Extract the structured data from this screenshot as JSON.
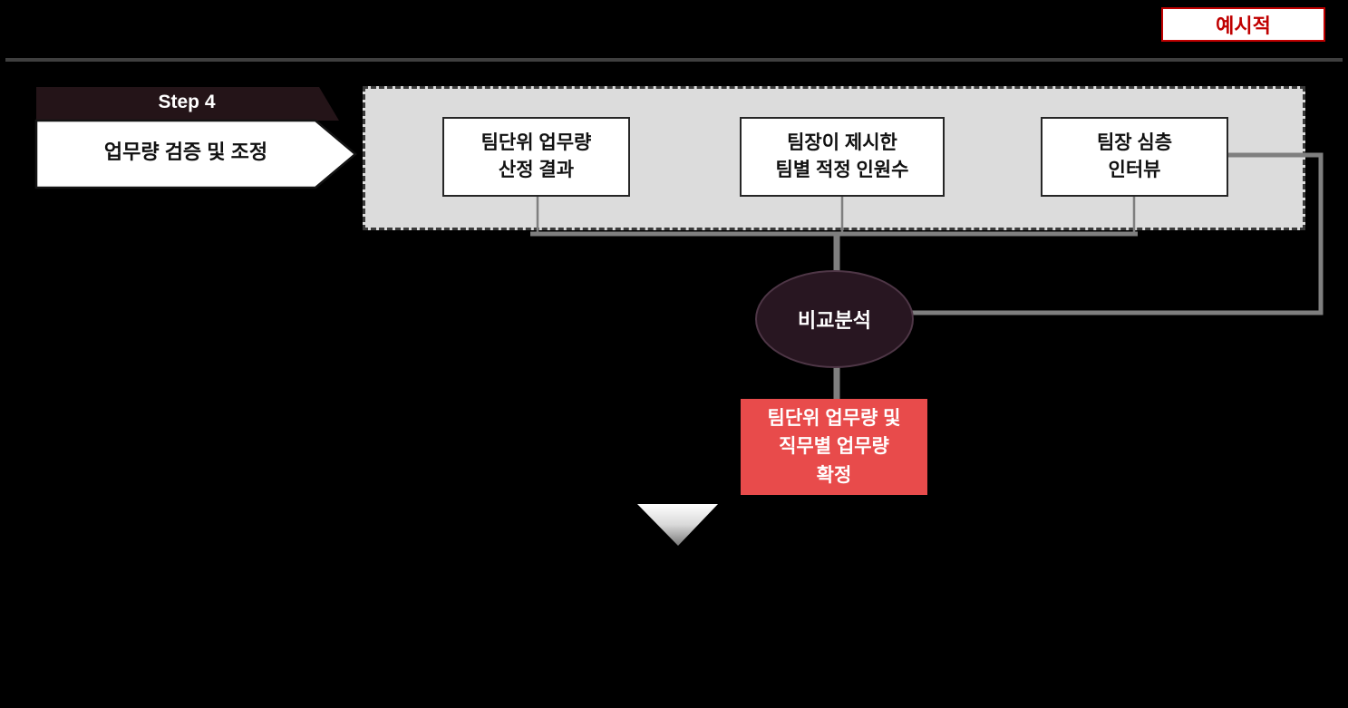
{
  "badge": {
    "label": "예시적"
  },
  "step": {
    "label": "Step 4",
    "title": "업무량 검증 및 조정"
  },
  "sources": [
    {
      "text": "팀단위 업무량\n산정 결과"
    },
    {
      "text": "팀장이 제시한\n팀별 적정 인원수"
    },
    {
      "text": "팀장 심층\n인터뷰"
    }
  ],
  "analysis": {
    "label": "비교분석"
  },
  "result": {
    "text": "팀단위 업무량 및\n직무별 업무량\n확정"
  },
  "colors": {
    "badge_red": "#C00000",
    "result_red": "#E84B4B",
    "panel_gray": "#DCDCDC",
    "connector_gray": "#7F7F7F",
    "node_dark_maroon": "#281621",
    "background": "#000000"
  }
}
